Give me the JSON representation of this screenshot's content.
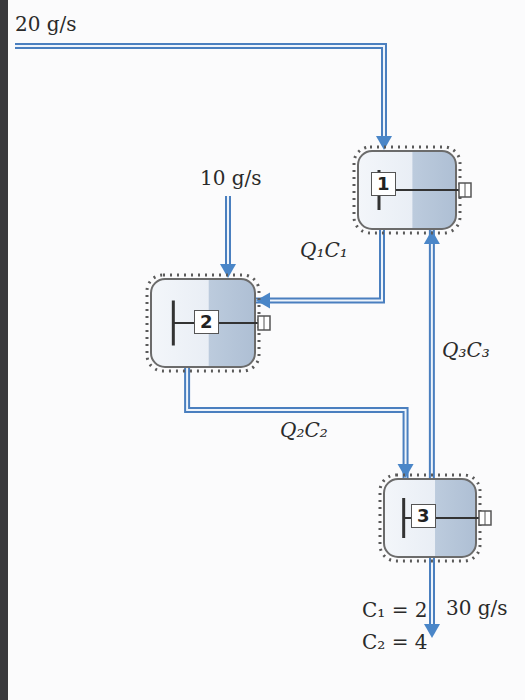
{
  "diagram": {
    "nodes": [
      {
        "text": [
          "1"
        ]
      },
      {
        "text": [
          "2"
        ]
      },
      {
        "text": [
          "3"
        ]
      }
    ],
    "edges": [
      {
        "from": 0,
        "to": 1,
        "arrow": "to",
        "label": "Q₁C₁"
      },
      {
        "from": 1,
        "to": 2,
        "arrow": "to",
        "label": "Q₂C₂"
      },
      {
        "from": 2,
        "to": 0,
        "arrow": "to",
        "label": "Q₃C₃"
      }
    ],
    "labels": [
      "20 g/s",
      "10 g/s",
      "30 g/s",
      "C₁ = 2",
      "C₂ = 4"
    ]
  }
}
